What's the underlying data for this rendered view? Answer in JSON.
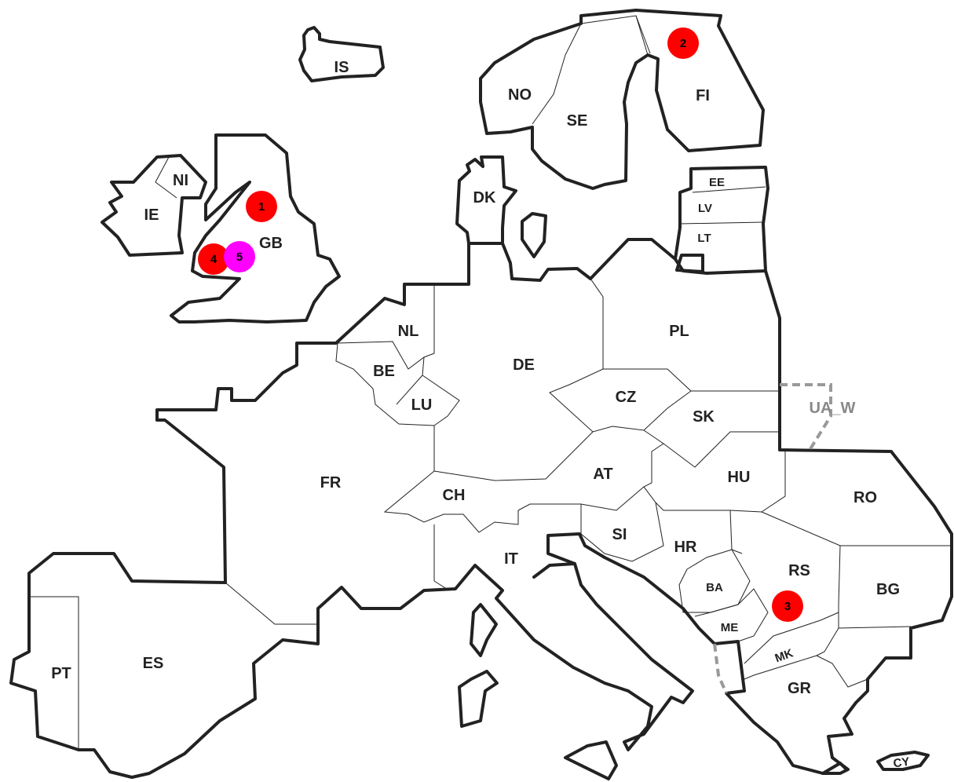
{
  "labels": {
    "is": "IS",
    "no": "NO",
    "se": "SE",
    "fi": "FI",
    "ee": "EE",
    "lv": "LV",
    "lt": "LT",
    "dk": "DK",
    "ni": "NI",
    "ie": "IE",
    "gb": "GB",
    "nl": "NL",
    "be": "BE",
    "lu": "LU",
    "de": "DE",
    "pl": "PL",
    "cz": "CZ",
    "sk": "SK",
    "ua_w": "UA_W",
    "fr": "FR",
    "ch": "CH",
    "at": "AT",
    "hu": "HU",
    "ro": "RO",
    "si": "SI",
    "hr": "HR",
    "ba": "BA",
    "rs": "RS",
    "me": "ME",
    "bg": "BG",
    "mk": "MK",
    "gr": "GR",
    "it": "IT",
    "pt": "PT",
    "es": "ES",
    "cy": "CY"
  },
  "markers": [
    {
      "label": "1",
      "color": "#ff0000",
      "location": "GB"
    },
    {
      "label": "2",
      "color": "#ff0000",
      "location": "FI"
    },
    {
      "label": "3",
      "color": "#ff0000",
      "location": "RS"
    },
    {
      "label": "4",
      "color": "#ff0000",
      "location": "GB"
    },
    {
      "label": "5",
      "color": "#ff00ff",
      "location": "GB"
    }
  ]
}
